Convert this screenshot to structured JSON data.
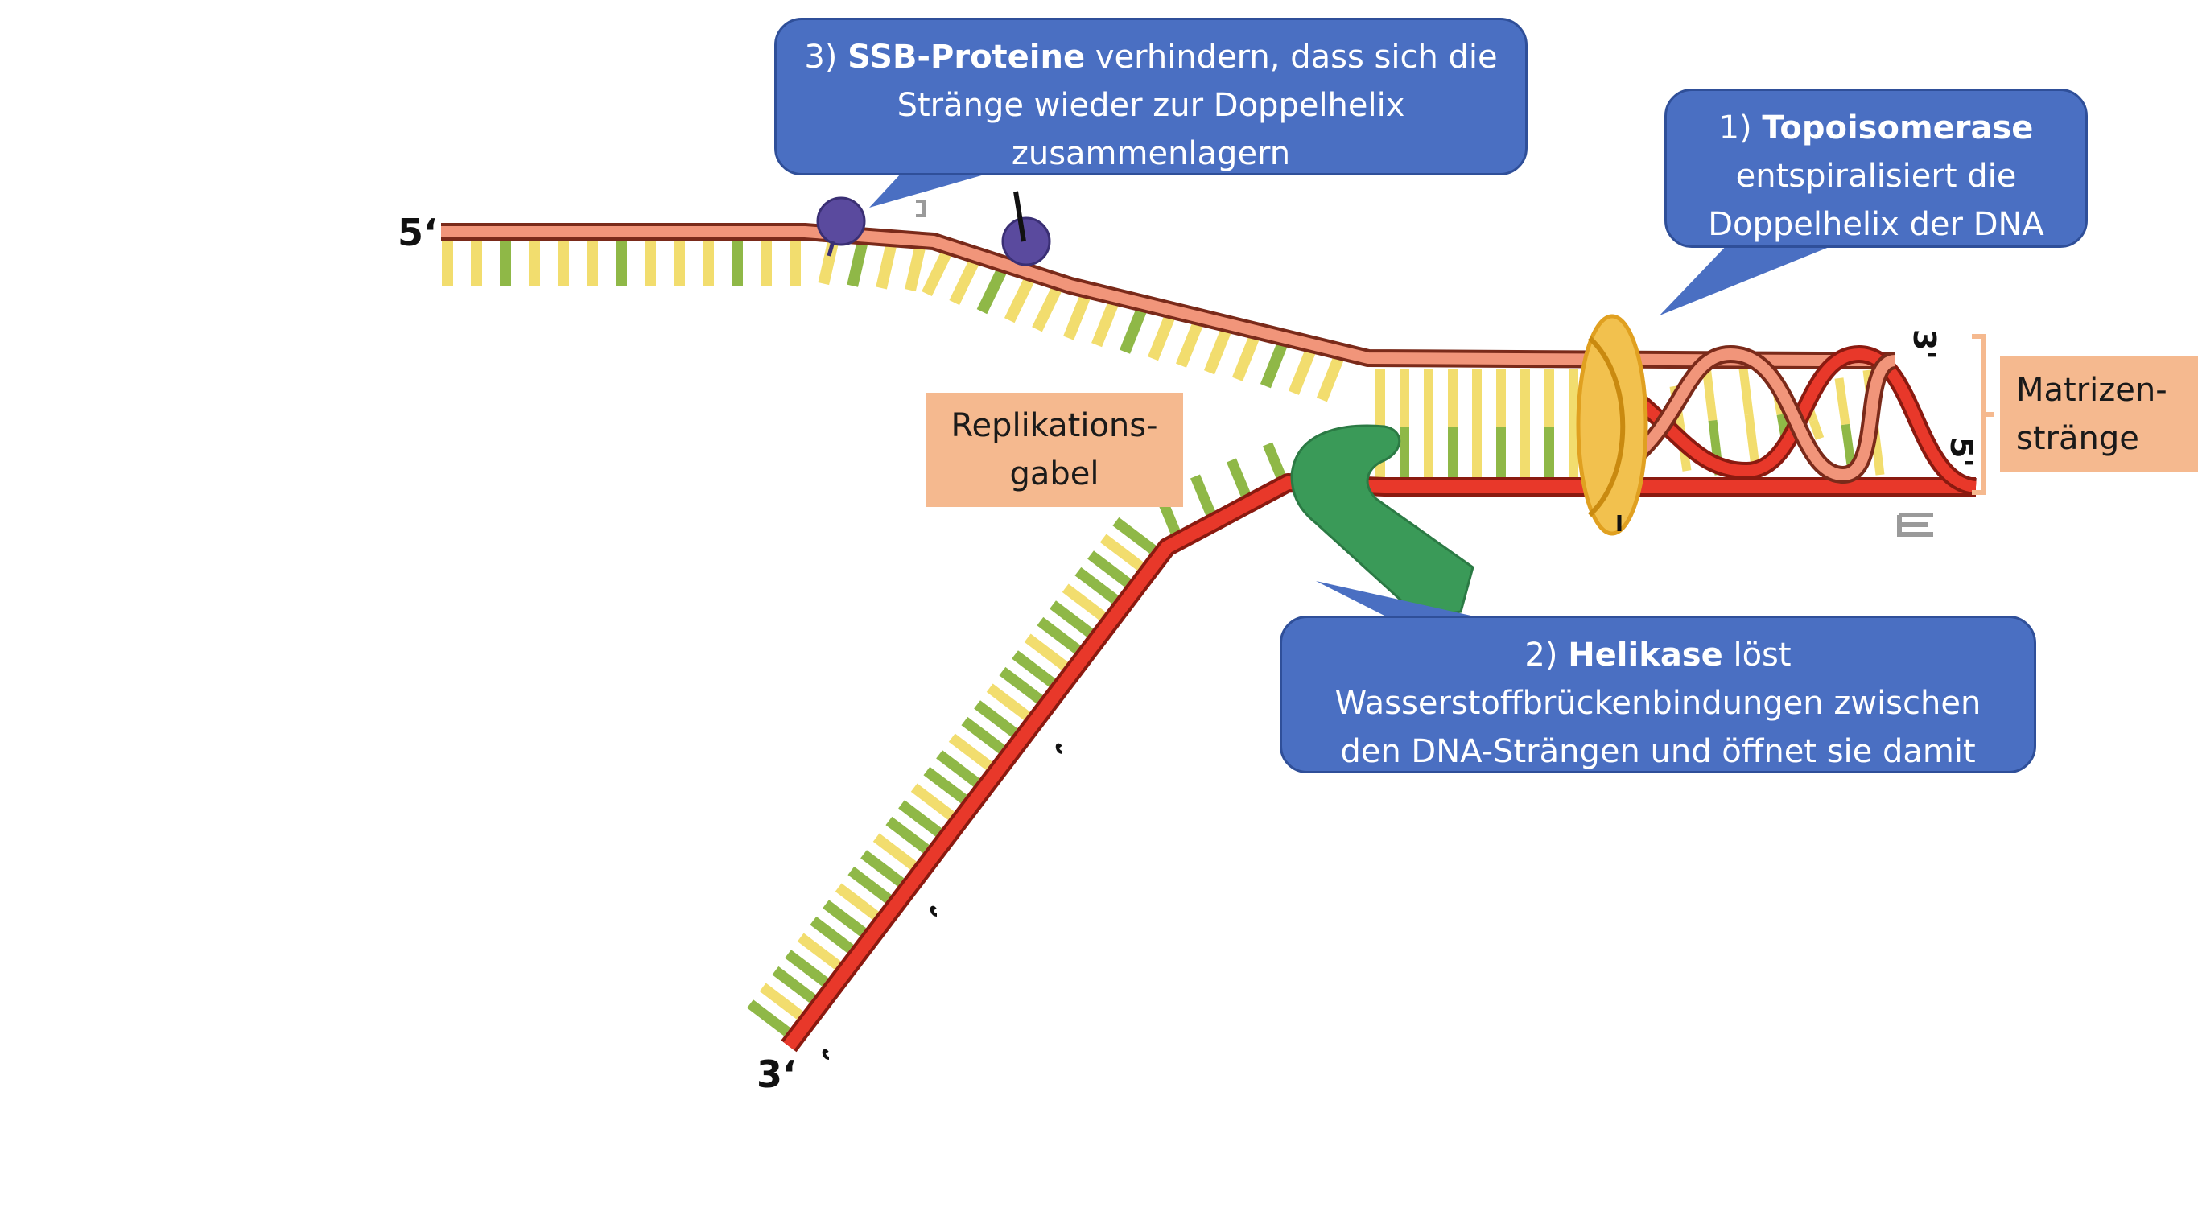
{
  "callouts": {
    "ssb": {
      "number": "3)",
      "term": "SSB-Proteine",
      "text1": "verhindern, dass sich die",
      "text2": "Stränge wieder zur Doppelhelix",
      "text3": "zusammenlagern"
    },
    "topo": {
      "number": "1)",
      "term": "Topoisomerase",
      "text1": "entspiralisiert die",
      "text2": "Doppelhelix der DNA"
    },
    "helikase": {
      "number": "2)",
      "term": "Helikase",
      "text_after": "löst",
      "text1": "Wasserstoffbrückenbindungen zwischen",
      "text2": "den DNA-Strängen und öffnet sie damit"
    }
  },
  "labels": {
    "replikationsgabel": {
      "line1": "Replikations-",
      "line2": "gabel"
    },
    "matrizen": {
      "line1": "Matrizen-",
      "line2": "stränge"
    }
  },
  "strand_ends": {
    "top_left": "5‘",
    "bottom_left": "3‘",
    "right_top": "3'",
    "right_bottom": "5'"
  },
  "colors": {
    "strand_light": "#f1957a",
    "strand_dark": "#e8382a",
    "base_yellow": "#f2dd6e",
    "base_green": "#8fb847",
    "ssb_protein": "#5a4a9e",
    "helikase": "#3a9a58",
    "topoisomerase": "#f2c14e",
    "callout_blue": "#4a6fc2",
    "label_orange": "#f5b98f"
  }
}
